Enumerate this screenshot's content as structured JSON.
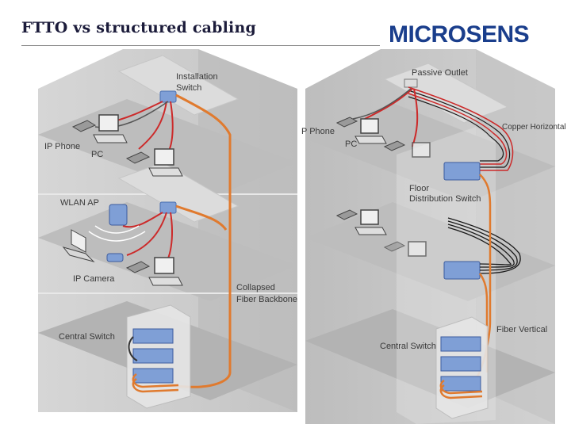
{
  "header": {
    "title": "FTTO vs structured cabling",
    "logo_text": "MICROSENS"
  },
  "left_building": {
    "labels": {
      "installation_switch": [
        "Installation",
        "Switch"
      ],
      "ip_phone": "IP Phone",
      "pc": "PC",
      "wlan_ap": "WLAN AP",
      "ip_camera": "IP Camera",
      "collapsed_backbone": [
        "Collapsed",
        "Fiber Backbone"
      ],
      "central_switch": "Central Switch"
    }
  },
  "right_building": {
    "labels": {
      "passive_outlet": "Passive Outlet",
      "copper_horizontal": "Copper Horizontal",
      "ip_phone": "P Phone",
      "pc": "PC",
      "floor_distribution": [
        "Floor",
        "Distribution Switch"
      ],
      "fiber_vertical": "Fiber Vertical",
      "central_switch": "Central Switch"
    }
  },
  "colors": {
    "title": "#1b1b3a",
    "logo": "#1a3e8c",
    "fiber": "#e07a2e",
    "copper": "#cc2a2a",
    "copper_black": "#1a1a1a",
    "wall": "#c9c9c9",
    "floor": "#b8b8b8",
    "device": "#7f9fd6"
  }
}
